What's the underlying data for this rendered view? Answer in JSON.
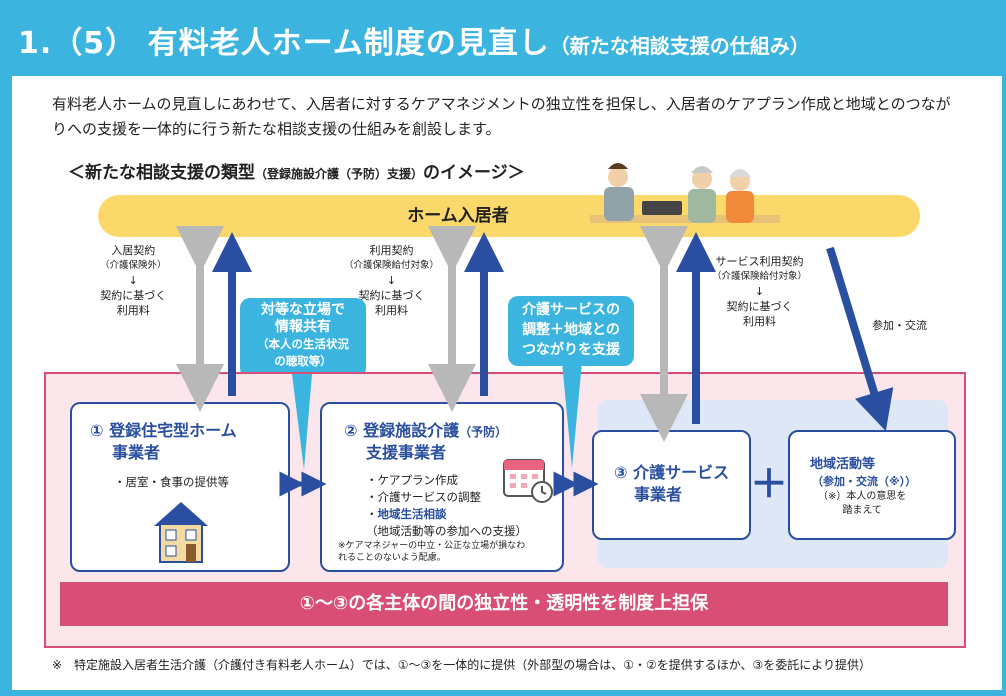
{
  "title": {
    "main": "1.（5） 有料老人ホーム制度の見直し",
    "sub": "（新たな相談支援の仕組み）"
  },
  "intro": "有料老人ホームの見直しにあわせて、入居者に対するケアマネジメントの独立性を担保し、入居者のケアプラン作成と地域とのつながりへの支援を一体的に行う新たな相談支援の仕組みを創設します。",
  "subhead": {
    "pre": "＜新たな相談支援の類型",
    "small": "（登録施設介護（予防）支援）",
    "post": "のイメージ＞"
  },
  "resident_label": "ホーム入居者",
  "contracts": {
    "c1": {
      "l1": "入居契約",
      "l2": "（介護保険外）",
      "arrow": "↓",
      "l3": "契約に基づく",
      "l4": "利用料"
    },
    "c2": {
      "l1": "利用契約",
      "l2": "（介護保険給付対象）",
      "arrow": "↓",
      "l3": "契約に基づく",
      "l4": "利用料"
    },
    "c3": {
      "l1": "サービス利用契約",
      "l2": "（介護保険給付対象）",
      "arrow": "↓",
      "l3": "契約に基づく",
      "l4": "利用料"
    },
    "c4": "参加・交流"
  },
  "callouts": {
    "a": {
      "l1": "対等な立場で",
      "l2": "情報共有",
      "l3": "（本人の生活状況",
      "l4": "の聴取等）"
    },
    "b": {
      "l1": "介護サービスの",
      "l2": "調整＋地域との",
      "l3": "つながりを支援"
    }
  },
  "box1": {
    "title1": "① 登録住宅型ホーム",
    "title2": "事業者",
    "item": "・居室・食事の提供等"
  },
  "box2": {
    "title1": "② 登録施設介護",
    "title1_small": "（予防）",
    "title2": "支援事業者",
    "items": [
      "・ケアプラン作成",
      "・介護サービスの調整"
    ],
    "hl_prefix": "・",
    "hl": "地域生活相談",
    "sub": "（地域活動等の参加への支援）",
    "note1": "※ケアマネジャーの中立・公正な立場が損なわ",
    "note2": "れることのないよう配慮。"
  },
  "box3": {
    "title1": "③ 介護サービス",
    "title2": "事業者"
  },
  "plus": "＋",
  "box4": {
    "title": "地域活動等",
    "sub": "（参加・交流（※））",
    "note1": "（※）本人の意思を",
    "note2": "踏まえて"
  },
  "banner": "①～③の各主体の間の独立性・透明性を制度上担保",
  "footnote": "※　特定施設入居者生活介護（介護付き有料老人ホーム）では、①～③を一体的に提供（外部型の場合は、①・②を提供するほか、③を委託により提供）",
  "colors": {
    "accent": "#3bb5e0",
    "navy": "#2b4fa0",
    "pink": "#d84e75",
    "yellow": "#fbd86a"
  }
}
